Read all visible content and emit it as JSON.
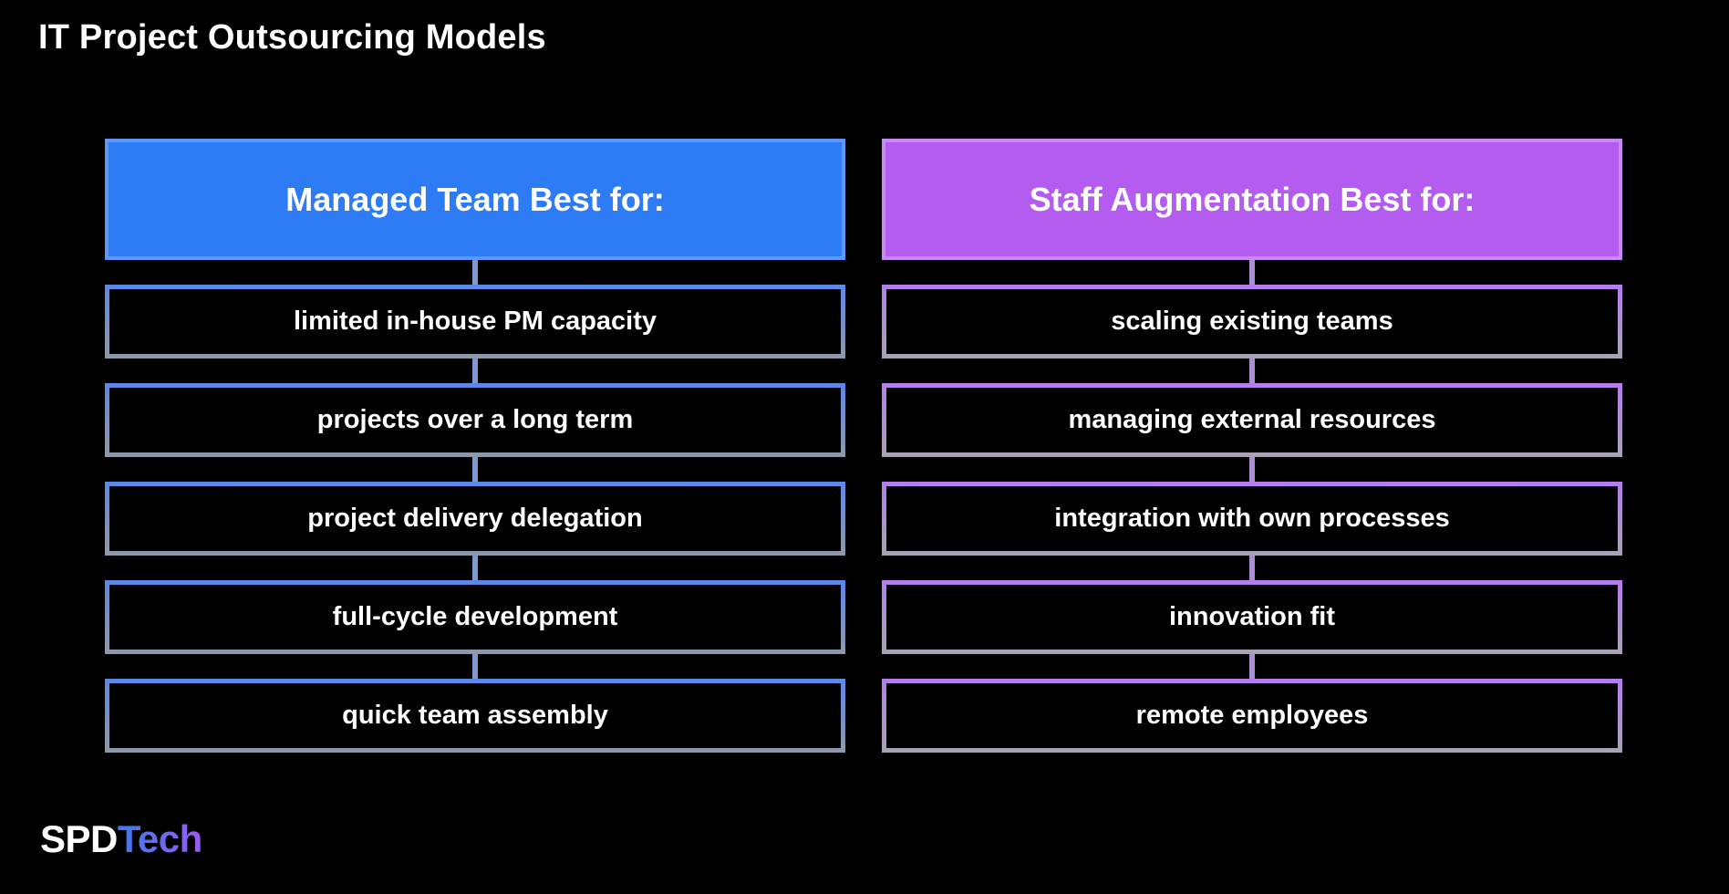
{
  "title": "IT Project Outsourcing Models",
  "columns": [
    {
      "id": "managed-team",
      "header": "Managed Team Best for:",
      "items": [
        "limited in-house PM capacity",
        "projects over a long term",
        "project delivery delegation",
        "full-cycle development",
        "quick team assembly"
      ]
    },
    {
      "id": "staff-augmentation",
      "header": "Staff Augmentation Best for:",
      "items": [
        "scaling existing teams",
        "managing external resources",
        "integration with own processes",
        "innovation fit",
        "remote employees"
      ]
    }
  ],
  "logo": {
    "company": "SPD",
    "suffix": "Tech"
  },
  "colors": {
    "background": "#000000",
    "text": "#ffffff",
    "blue": "#2e7bf6",
    "blue_hdr_border": "#5d97f7",
    "blue_border_top": "#5b88e8",
    "blue_border_bottom": "#8f99a8",
    "blue_conn": "#7d99cf",
    "purple": "#b45cf0",
    "purple_hdr_border": "#c58af5",
    "purple_border_top": "#b57df0",
    "purple_border_bottom": "#a8a3b2",
    "purple_conn": "#ab8ed6",
    "logo_grad_start": "#3b7bf0",
    "logo_grad_end": "#9a5cf0"
  }
}
